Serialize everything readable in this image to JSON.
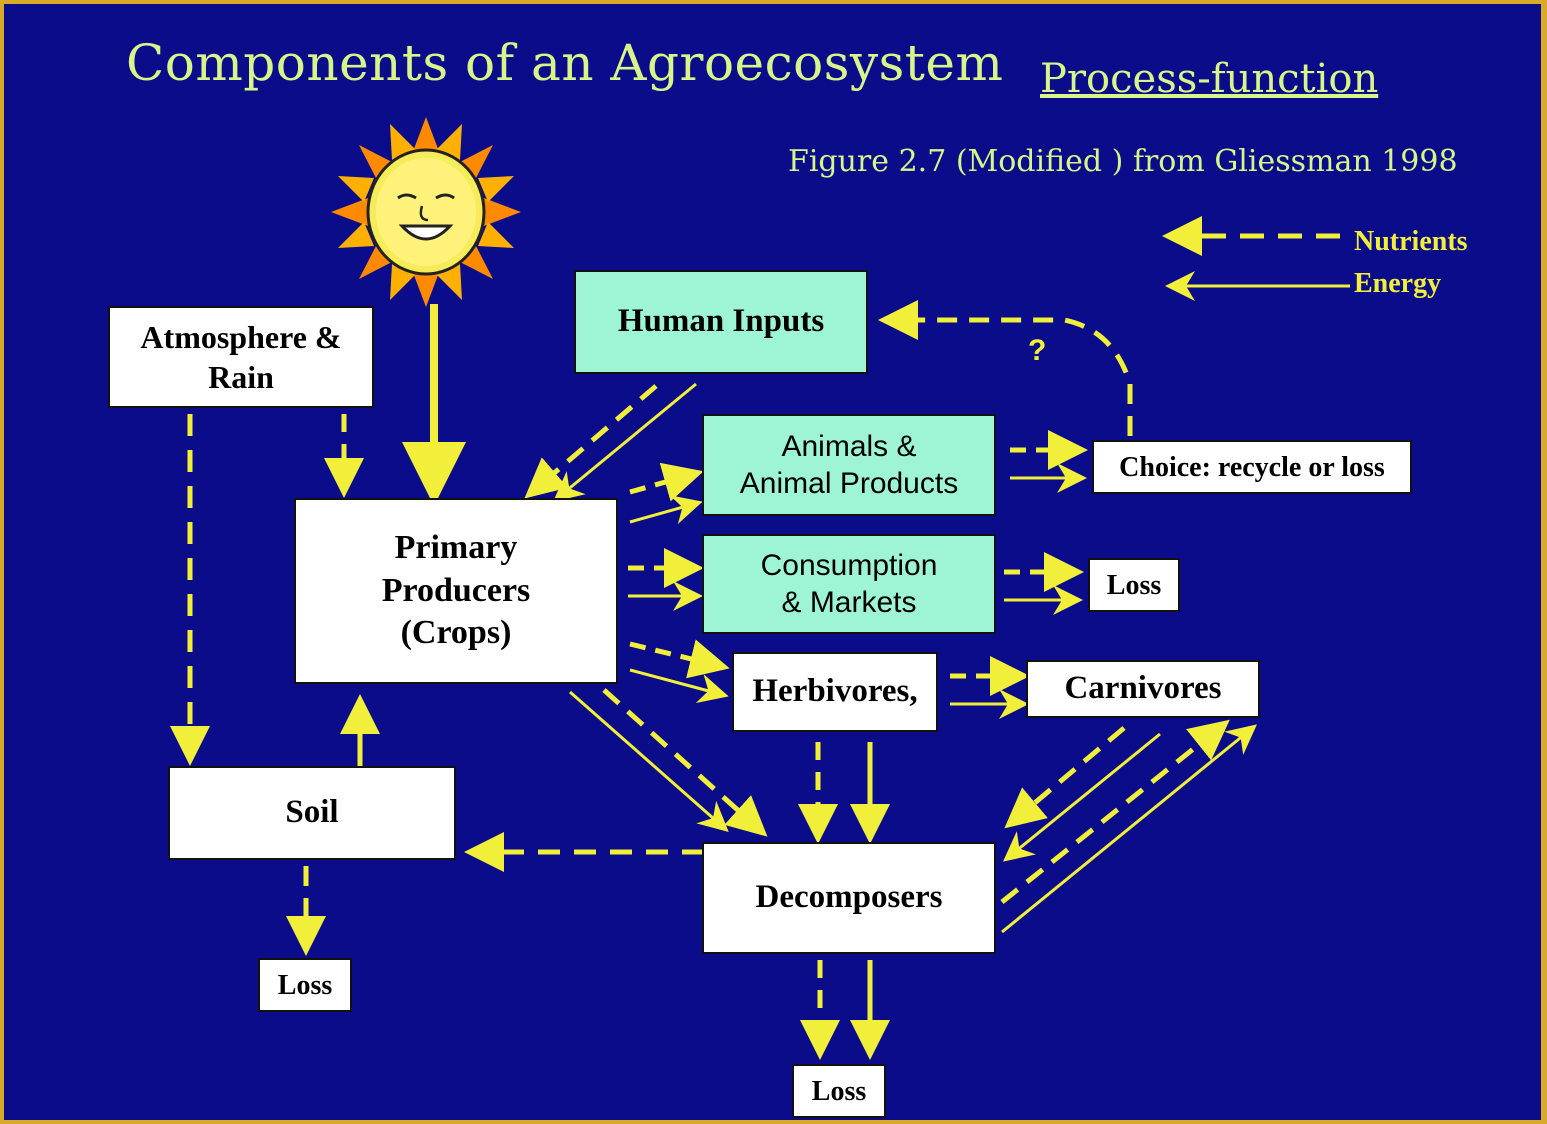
{
  "title": "Components of an Agroecosystem",
  "subtitle": "Process-function",
  "figure_ref": "Figure 2.7 (Modified ) from Gliessman 1998",
  "legend": {
    "nutrients": "Nutrients",
    "energy": "Energy"
  },
  "question_mark": "?",
  "boxes": {
    "atmosphere": "Atmosphere &\nRain",
    "human_inputs": "Human Inputs",
    "animals": "Animals &\nAnimal Products",
    "choice": "Choice: recycle or loss",
    "primary_producers": "Primary\nProducers\n(Crops)",
    "consumption": "Consumption\n& Markets",
    "loss_consumption": "Loss",
    "herbivores": "Herbivores,",
    "carnivores": "Carnivores",
    "soil": "Soil",
    "decomposers": "Decomposers",
    "loss_soil": "Loss",
    "loss_decomposers": "Loss"
  },
  "colors": {
    "background": "#0b0c8a",
    "frame": "#d9a92a",
    "arrow": "#f2ef3a",
    "title_text": "#d8f58a",
    "teal_box": "#9ef5d6"
  },
  "icons": [
    "sun-icon"
  ]
}
